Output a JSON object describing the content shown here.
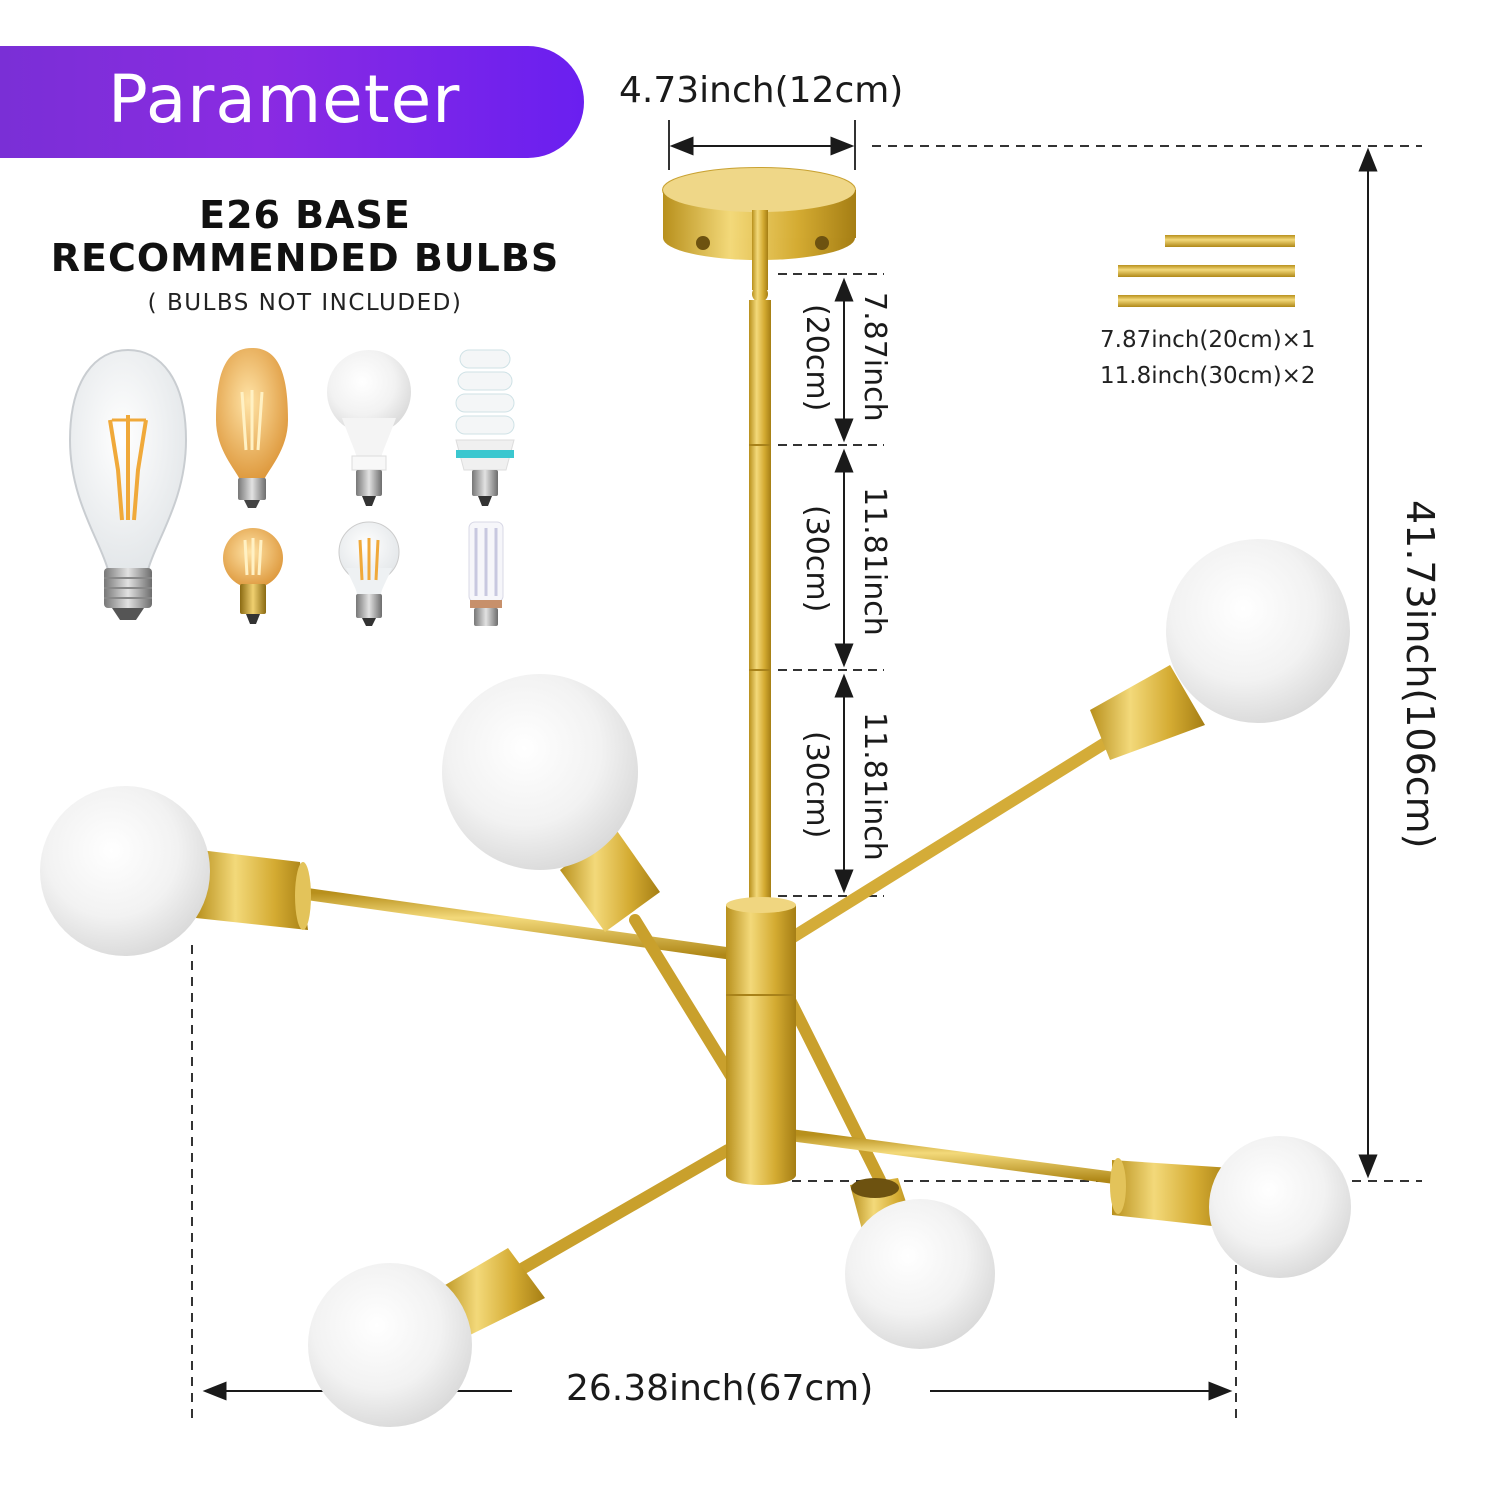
{
  "banner": {
    "title": "Parameter"
  },
  "bulbs": {
    "heading_line1": "E26 BASE",
    "heading_line2": "RECOMMENDED BULBS",
    "note": "( BULBS NOT INCLUDED)",
    "types": [
      "edison-st64-clear",
      "edison-st64-amber",
      "a19-led",
      "spiral-cfl",
      "g45-amber",
      "a19-filament",
      "corn-led"
    ]
  },
  "dimensions": {
    "canopy_width": "4.73inch(12cm)",
    "total_height": "41.73inch(106cm)",
    "total_width": "26.38inch(67cm)",
    "rod_top": {
      "inch": "7.87inch",
      "cm": "(20cm)"
    },
    "rod_middle": {
      "inch": "11.81inch",
      "cm": "(30cm)"
    },
    "rod_bottom": {
      "inch": "11.81inch",
      "cm": "(30cm)"
    }
  },
  "rods_legend": {
    "line1": "7.87inch(20cm)×1",
    "line2": "11.8inch(30cm)×2"
  },
  "colors": {
    "gold": "#d8b23a",
    "banner_purple": "#8a2be2",
    "globe": "#f1f1f1"
  }
}
